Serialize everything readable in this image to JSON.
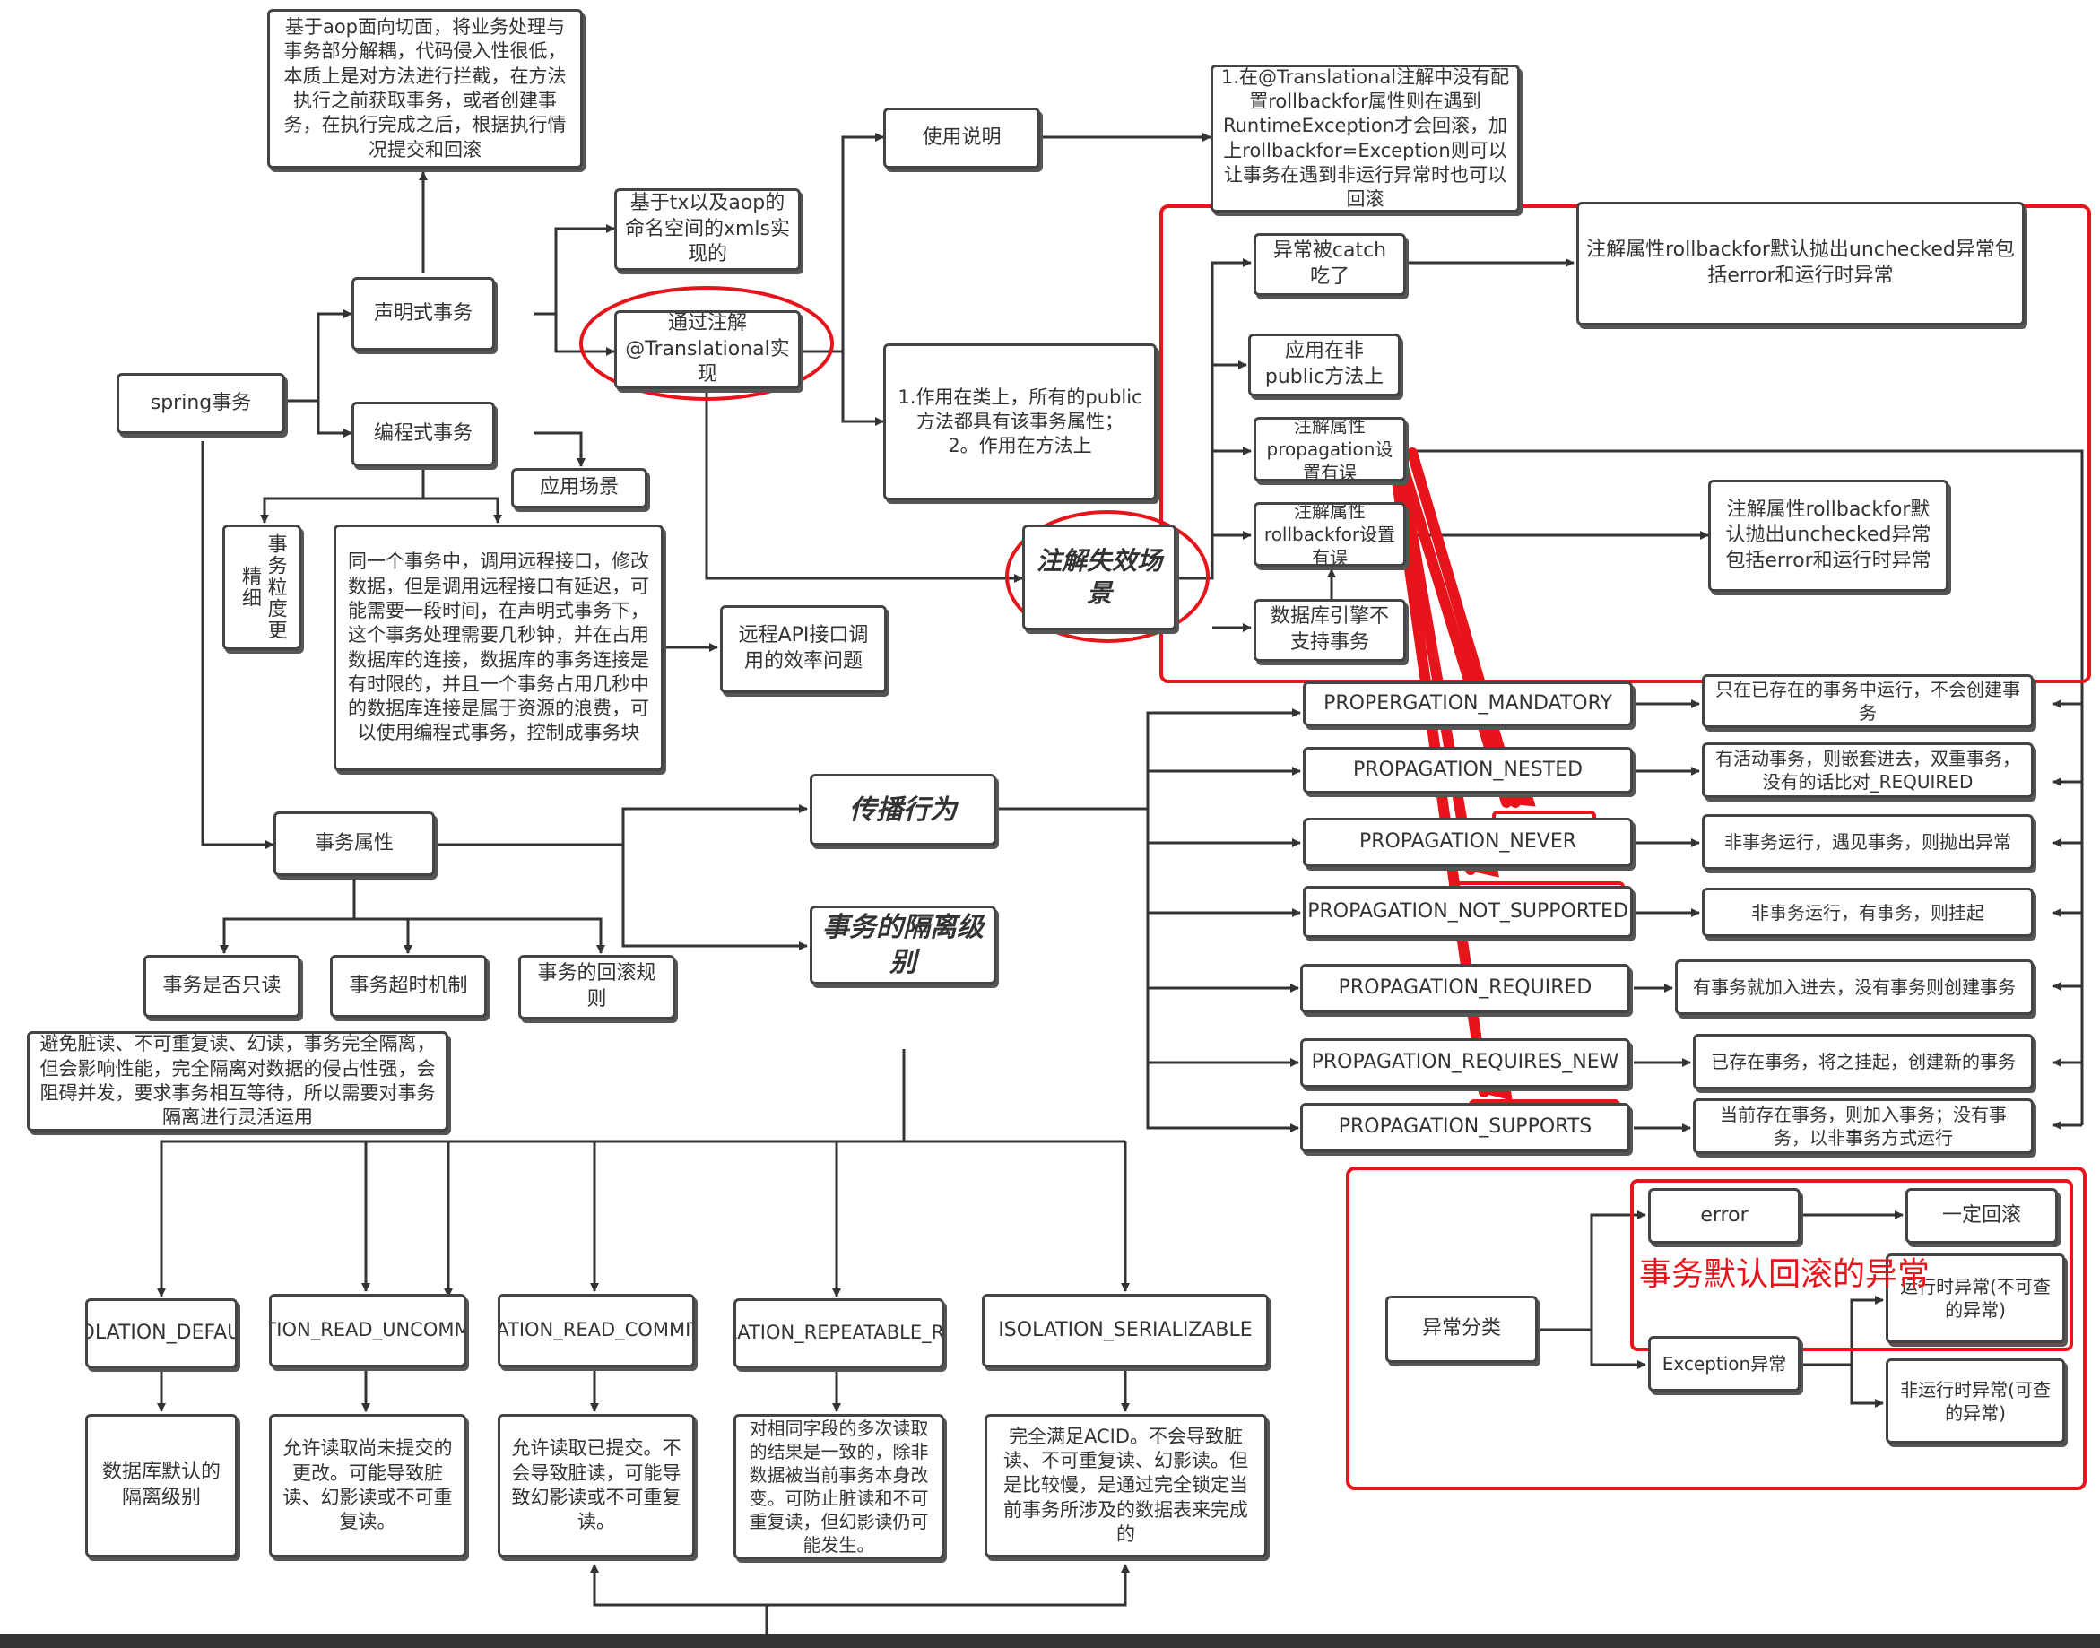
{
  "colors": {
    "line": "#333333",
    "highlight": "#e8141c",
    "node_border": "#444444"
  },
  "nodes": {
    "spring": "spring事务",
    "aop_desc": "基于aop面向切面，将业务处理与事务部分解耦，代码侵入性很低，本质上是对方法进行拦截，在方法执行之前获取事务，或者创建事务，在执行完成之后，根据执行情况提交和回滚",
    "declarative": "声明式事务",
    "programmatic": "编程式事务",
    "tx_aop_ns": "基于tx以及aop的命名空间的xmls实现的",
    "via_annotation": "通过注解@Translational实现",
    "usage": "使用说明",
    "usage_desc": "1.在@Translational注解中没有配置rollbackfor属性则在遇到RuntimeException才会回滚，加上rollbackfor=Exception则可以让事务在遇到非运行异常时也可以回滚",
    "scope": "1.作用在类上，所有的public方法都具有该事务属性；\n2。作用在方法上",
    "scenario": "应用场景",
    "granularity": "事务粒度更精细",
    "remote_desc": "同一个事务中，调用远程接口，修改数据，但是调用远程接口有延迟，可能需要一段时间，在声明式事务下，这个事务处理需要几秒钟，并在占用数据库的连接，数据库的事务连接是有时限的，并且一个事务占用几秒中的数据库连接是属于资源的浪费，可以使用编程式事务，控制成事务块",
    "remote_api": "远程API接口调用的效率问题",
    "failure": "注解失效场景",
    "fail_catch": "异常被catch吃了",
    "fail_catch_desc": "注解属性rollbackfor默认抛出unchecked异常包括error和运行时异常",
    "fail_nonpublic": "应用在非public方法上",
    "fail_propagation": "注解属性propagation设置有误",
    "fail_rollbackfor": "注解属性rollbackfor设置有误",
    "fail_rollbackfor_desc": "注解属性rollbackfor默认抛出unchecked异常包括error和运行时异常",
    "fail_db": "数据库引擎不支持事务",
    "tx_attr": "事务属性",
    "propagation": "传播行为",
    "isolation": "事务的隔离级别",
    "readonly": "事务是否只读",
    "timeout": "事务超时机制",
    "rollback_rule": "事务的回滚规则",
    "isolation_desc": "避免脏读、不可重复读、幻读，事务完全隔离，但会影响性能，完全隔离对数据的侵占性强，会阻碍并发，要求事务相互等待，所以需要对事务隔离进行灵活运用",
    "p_mandatory": "PROPERGATION_MANDATORY",
    "p_mandatory_desc": "只在已存在的事务中运行，不会创建事务",
    "p_nested": "PROPAGATION_NESTED",
    "p_nested_desc": "有活动事务，则嵌套进去，双重事务，没有的话比对_REQUIRED",
    "p_never": "PROPAGATION_NEVER",
    "p_never_desc": "非事务运行，遇见事务，则抛出异常",
    "p_not_supported": "PROPAGATION_NOT_SUPPORTED",
    "p_not_supported_desc": "非事务运行，有事务，则挂起",
    "p_required": "PROPAGATION_REQUIRED",
    "p_required_desc": "有事务就加入进去，没有事务则创建事务",
    "p_requires_new": "PROPAGATION_REQUIRES_NEW",
    "p_requires_new_desc": "已存在事务，将之挂起，创建新的事务",
    "p_supports": "PROPAGATION_SUPPORTS",
    "p_supports_desc": "当前存在事务，则加入事务；没有事务，以非事务方式运行",
    "exc_category": "异常分类",
    "exc_error": "error",
    "exc_rollback": "一定回滚",
    "exc_exception": "Exception异常",
    "exc_runtime": "运行时异常(不可查的异常)",
    "exc_checked": "非运行时异常(可查的异常)",
    "i_default": "ISOLATION_DEFAULT",
    "i_uncommitted": "ISOLATION_READ_UNCOMMITTED",
    "i_committed": "ISOLATION_READ_COMMITTED",
    "i_repeatable": "ISOLATION_REPEATABLE_READ",
    "i_serializable": "ISOLATION_SERIALIZABLE",
    "i_default_desc": "数据库默认的隔离级别",
    "i_uncommitted_desc": "允许读取尚未提交的更改。可能导致脏读、幻影读或不可重复读。",
    "i_committed_desc": "允许读取已提交。不会导致脏读，可能导致幻影读或不可重复读。",
    "i_repeatable_desc": "对相同字段的多次读取的结果是一致的，除非数据被当前事务本身改变。可防止脏读和不可重复读，但幻影读仍可能发生。",
    "i_serializable_desc": "完全满足ACID。不会导致脏读、不可重复读、幻影读。但是比较慢，是通过完全锁定当前事务所涉及的数据表来完成的"
  },
  "annotation": {
    "default_rollback": "事务默认回滚的异常"
  }
}
